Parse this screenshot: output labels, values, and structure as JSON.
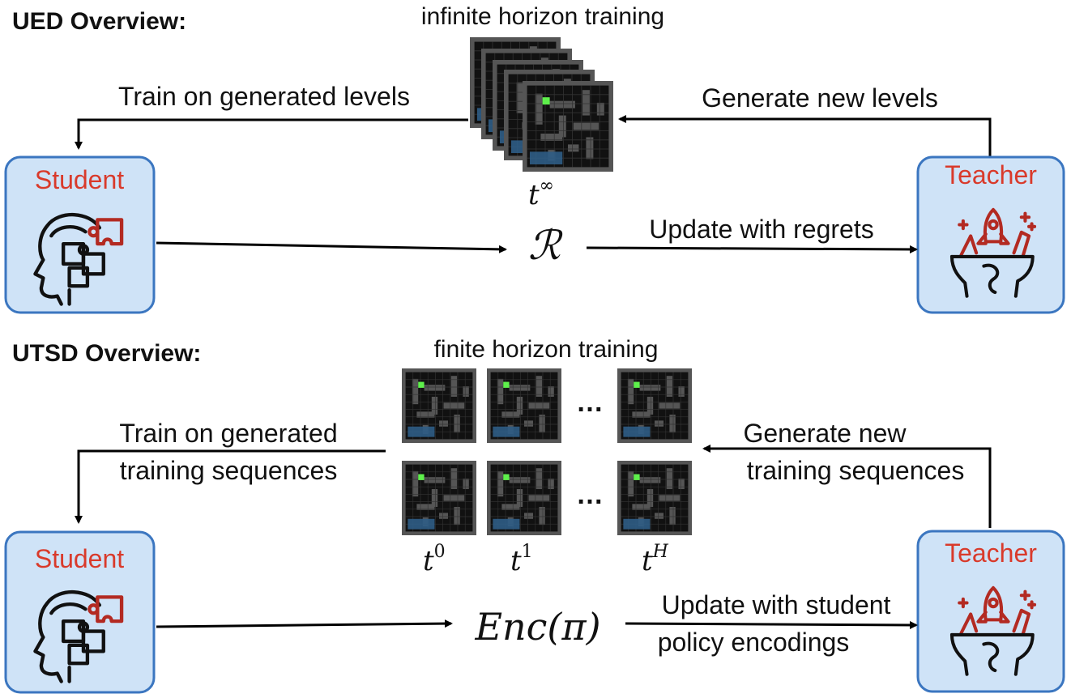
{
  "ued": {
    "heading": "UED Overview:",
    "top_label": "infinite horizon training",
    "left_edge": "Train on generated levels",
    "right_edge": "Generate new levels",
    "bottom_edge": "Update with regrets",
    "time_label": "t",
    "time_sup": "∞",
    "center_symbol": "ℛ"
  },
  "utsd": {
    "heading": "UTSD Overview:",
    "top_label": "finite horizon training",
    "left_edge_line1": "Train on generated",
    "left_edge_line2": "training sequences",
    "right_edge_line1": "Generate new",
    "right_edge_line2": "training sequences",
    "bottom_edge_line1": "Update with student",
    "bottom_edge_line2": "policy encodings",
    "ellipsis": "…",
    "time_labels": [
      {
        "base": "t",
        "sup": "0"
      },
      {
        "base": "t",
        "sup": "1"
      },
      {
        "base": "t",
        "sup": "H"
      }
    ],
    "center_symbol": "Enc(π)"
  },
  "student_label": "Student",
  "teacher_label": "Teacher",
  "colors": {
    "agent_label": "#d93a2b",
    "box_fill": "#cfe3f7",
    "box_stroke": "#3b76c0",
    "icon_red": "#b32a22",
    "maze_bg": "#555555",
    "maze_wall": "#111111",
    "goal": "#5ef04b",
    "start_zone": "#2f5d86"
  },
  "icons": [
    "student-head-puzzle-icon",
    "teacher-head-rocket-icon",
    "maze-level-icon"
  ]
}
